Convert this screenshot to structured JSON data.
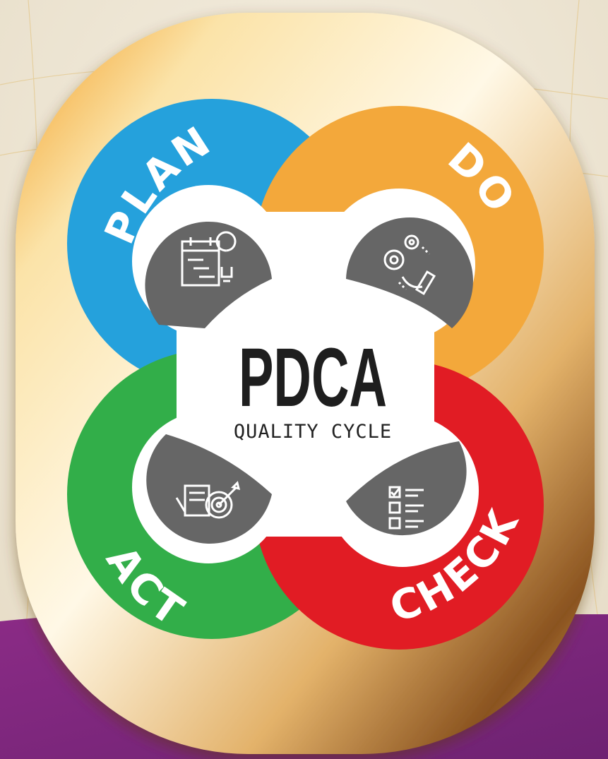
{
  "diagram": {
    "title": "PDCA",
    "subtitle": "QUALITY CYCLE",
    "stages": [
      {
        "label": "PLAN",
        "color": "#25a1dc",
        "icon": "gantt-lightbulb-icon"
      },
      {
        "label": "DO",
        "color": "#f3a83b",
        "icon": "gears-wrench-hand-icon"
      },
      {
        "label": "CHECK",
        "color": "#e11c24",
        "icon": "checklist-icon"
      },
      {
        "label": "ACT",
        "color": "#32ae49",
        "icon": "document-target-icon"
      }
    ]
  },
  "colors": {
    "frame_gold": "#c98a32",
    "purple_band": "#8c2d85",
    "icon_disc": "#666666"
  }
}
